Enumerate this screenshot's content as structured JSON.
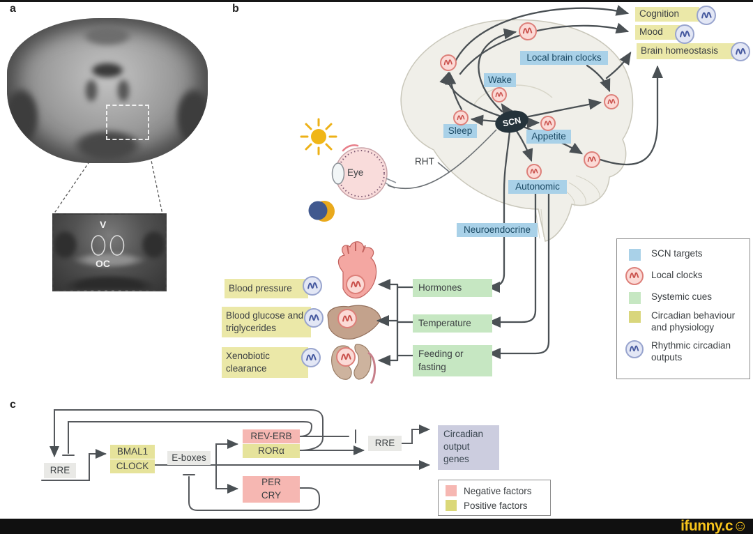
{
  "panels": {
    "a": "a",
    "b": "b",
    "c": "c"
  },
  "panel_a": {
    "v": "V",
    "oc": "OC"
  },
  "panel_b": {
    "scn": "SCN",
    "eye": "Eye",
    "rht": "RHT",
    "wake": "Wake",
    "sleep": "Sleep",
    "appetite": "Appetite",
    "autonomic": "Autonomic",
    "neuroendocrine": "Neuroendocrine",
    "local_brain_clocks": "Local brain clocks",
    "cognition": "Cognition",
    "mood": "Mood",
    "brain_homeostasis": "Brain homeostasis",
    "blood_pressure": "Blood pressure",
    "blood_glucose": "Blood glucose and triglycerides",
    "xenobiotic_clearance": "Xenobiotic clearance",
    "hormones": "Hormones",
    "temperature": "Temperature",
    "feeding_fasting": "Feeding or fasting",
    "legend": {
      "scn_targets": "SCN targets",
      "local_clocks": "Local clocks",
      "systemic_cues": "Systemic cues",
      "circadian_behaviour": "Circadian behaviour and physiology",
      "rhythmic_outputs": "Rhythmic circadian outputs"
    }
  },
  "panel_c": {
    "rre_left": "RRE",
    "bmal1": "BMAL1",
    "clock": "CLOCK",
    "eboxes": "E-boxes",
    "reverb": "REV-ERB",
    "rora": "RORα",
    "per": "PER",
    "cry": "CRY",
    "rre_right": "RRE",
    "output_genes": "Circadian output genes",
    "legend": {
      "negative": "Negative factors",
      "positive": "Positive factors"
    }
  },
  "watermark": {
    "text": "ifunny.c",
    "smiley": "☺"
  },
  "colors": {
    "scn_target_blue": "#a9d1e8",
    "systemic_green": "#c6e7c2",
    "behaviour_yellow": "#ebe8a8",
    "legend_yellow": "#d9d67c",
    "negative_pink": "#f6b7b2",
    "positive_yellow": "#e6e39b",
    "output_lavender": "#cccddf",
    "local_clock_pink": "#dd7f79",
    "rhythmic_blue": "#46599f",
    "arrow_gray": "#4a5054",
    "watermark_yellow": "#f8c51c"
  }
}
